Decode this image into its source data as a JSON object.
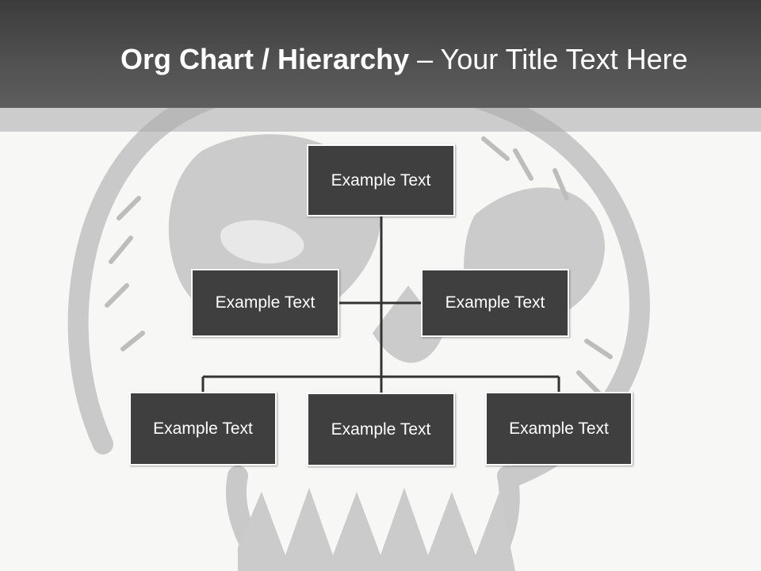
{
  "slide": {
    "title_bold": "Org Chart / Hierarchy",
    "title_separator": " – ",
    "title_rest": "Your Title Text Here"
  },
  "org_chart": {
    "root": {
      "label": "Example Text"
    },
    "assistants": [
      {
        "label": "Example Text"
      },
      {
        "label": "Example Text"
      }
    ],
    "children": [
      {
        "label": "Example Text"
      },
      {
        "label": "Example Text"
      },
      {
        "label": "Example Text"
      }
    ]
  },
  "colors": {
    "title_bar": "#4a4a4a",
    "node_fill": "#3f3f3f",
    "connector": "#333333",
    "background": "#f7f7f6"
  }
}
